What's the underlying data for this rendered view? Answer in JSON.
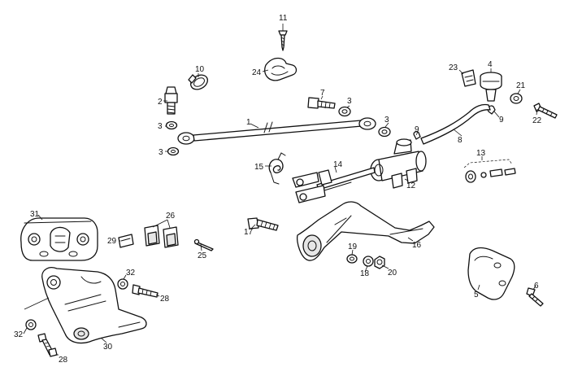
{
  "callouts": {
    "c1": "1",
    "c2": "2",
    "c3a": "3",
    "c3b": "3",
    "c3c": "3",
    "c3d": "3",
    "c4": "4",
    "c5": "5",
    "c6": "6",
    "c7": "7",
    "c8": "8",
    "c9a": "9",
    "c9b": "9",
    "c10": "10",
    "c11": "11",
    "c12": "12",
    "c13": "13",
    "c14": "14",
    "c15": "15",
    "c16": "16",
    "c17": "17",
    "c18": "18",
    "c19": "19",
    "c20": "20",
    "c21": "21",
    "c22": "22",
    "c23": "23",
    "c24": "24",
    "c25": "25",
    "c26": "26",
    "c28a": "28",
    "c28b": "28",
    "c29": "29",
    "c30": "30",
    "c31": "31",
    "c32a": "32",
    "c32b": "32"
  }
}
